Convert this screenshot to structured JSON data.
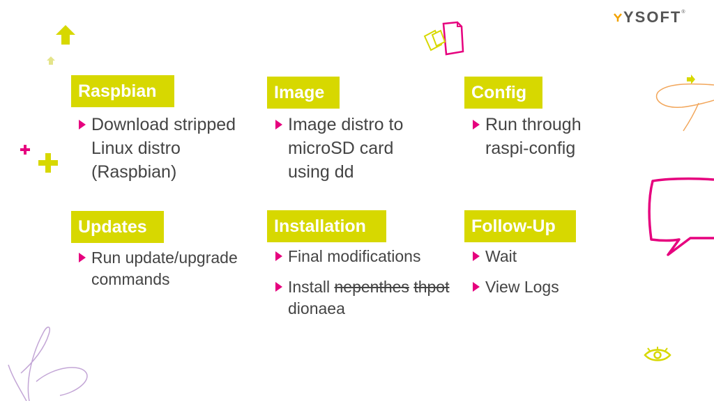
{
  "logo": {
    "text": "YSOFT",
    "tm": "®"
  },
  "sections": {
    "raspbian": {
      "title": "Raspbian",
      "bullets": [
        "Download stripped Linux distro (Raspbian)"
      ]
    },
    "image": {
      "title": "Image",
      "bullets": [
        "Image distro to microSD card using dd"
      ]
    },
    "config": {
      "title": "Config",
      "bullets": [
        "Run through raspi-config"
      ]
    },
    "updates": {
      "title": "Updates",
      "bullets": [
        "Run update/upgrade commands"
      ]
    },
    "installation": {
      "title": "Installation",
      "bullets": [
        "Final modifications"
      ],
      "install": {
        "prefix": "Install ",
        "struck_1": "nepenthes",
        "struck_2": "thpot",
        "suffix": "dionaea"
      }
    },
    "followup": {
      "title": "Follow-Up",
      "bullets": [
        "Wait",
        "View Logs"
      ]
    }
  },
  "colors": {
    "accent_yellow": "#d7d800",
    "accent_magenta": "#e6007e",
    "accent_orange": "#f2a65a",
    "accent_lilac": "#c3a6d6"
  },
  "icons": [
    "arrow-up-icon",
    "plus-icon",
    "documents-icon",
    "arrow-right-icon",
    "orange-swirl",
    "speech-bubble-icon",
    "eye-icon",
    "purple-swirl"
  ]
}
